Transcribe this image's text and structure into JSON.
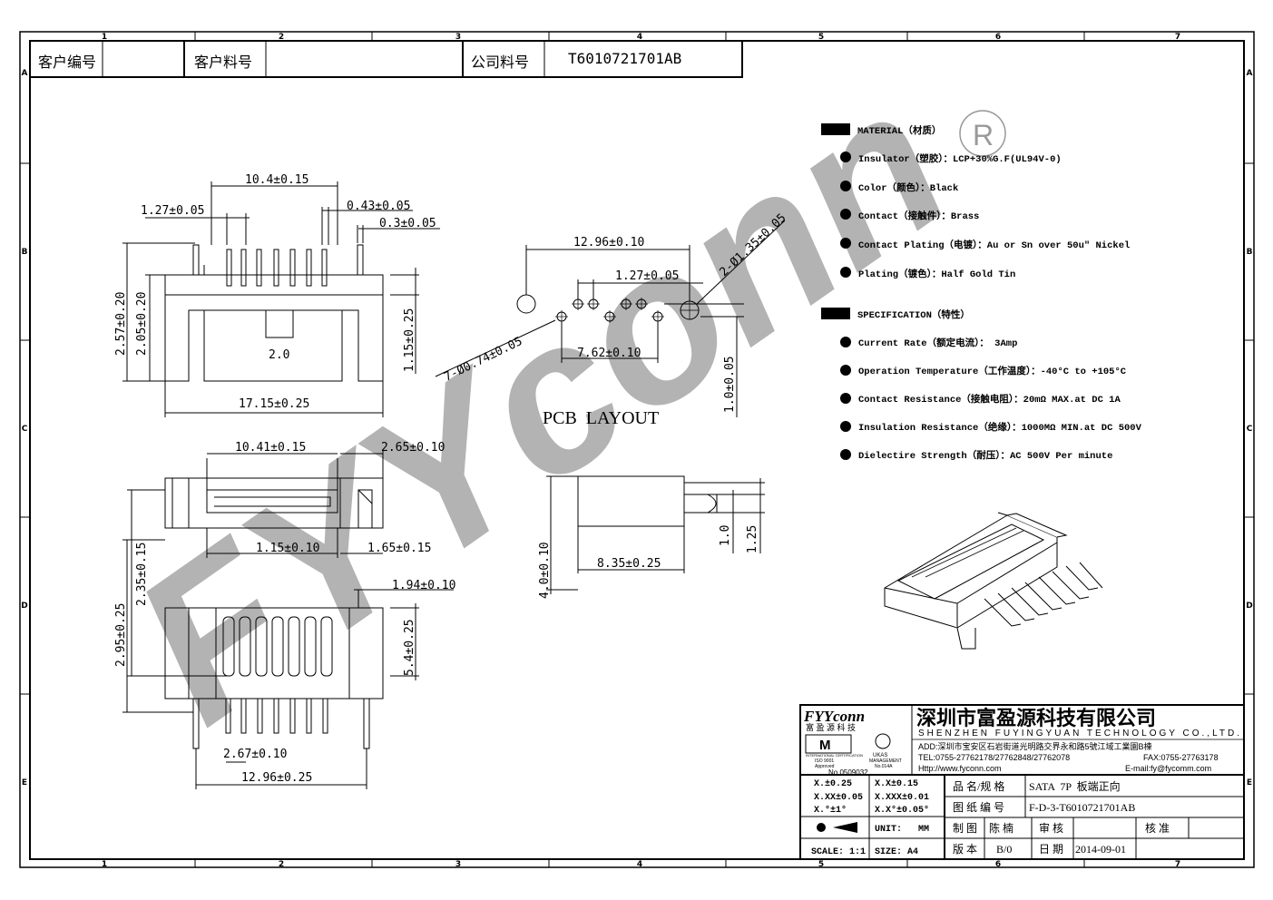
{
  "header": {
    "customer_no_label": "客户编号",
    "customer_part_label": "客户料号",
    "company_part_label": "公司料号",
    "company_part_value": "T6010721701AB"
  },
  "frame": {
    "columns": [
      "1",
      "2",
      "3",
      "4",
      "5",
      "6",
      "7"
    ],
    "rows": [
      "A",
      "B",
      "C",
      "D",
      "E"
    ]
  },
  "watermark": {
    "text": "FYYconn",
    "registered": "R"
  },
  "pcb_title": "PCB  LAYOUT",
  "dims": {
    "d1": "10.4±0.15",
    "d2": "1.27±0.05",
    "d3": "0.43±0.05",
    "d4": "0.3±0.05",
    "d5": "2.57±0.20",
    "d6": "2.05±0.20",
    "d7": "1.15±0.25",
    "d8": "2.0",
    "d9": "17.15±0.25",
    "p1": "12.96±0.10",
    "p2": "2-Ø1.35±0.05",
    "p3": "1.27±0.05",
    "p4": "7-Ø0.74±0.05",
    "p5": "7.62±0.10",
    "p6": "1.0±0.05",
    "t1": "10.41±0.15",
    "t2": "2.65±0.10",
    "t3": "1.15±0.10",
    "t4": "1.65±0.15",
    "f1": "2.35±0.15",
    "f2": "1.94±0.10",
    "f3": "2.95±0.25",
    "f4": "5.4±0.25",
    "f5": "2.67±0.10",
    "f6": "12.96±0.25",
    "s1": "4.0±0.10",
    "s2": "8.35±0.25",
    "s3": "1.0",
    "s4": "1.25"
  },
  "material": {
    "heading": "MATERIAL（材质）",
    "items": [
      "Insulator（塑胶）：LCP+30%G.F(UL94V-0)",
      "Color（颜色）：Black",
      "Contact（接触件）：Brass",
      "Contact Plating（电镀）：Au or Sn  over 50u″ Nickel",
      "Plating（镀色）：Half Gold Tin"
    ]
  },
  "specification": {
    "heading": "SPECIFICATION（特性）",
    "items": [
      "Current Rate（额定电流）： 3Amp",
      "Operation Temperature（工作温度）：-40°C to +105°C",
      "Contact Resistance（接触电阻）：20mΩ MAX.at DC 1A",
      "Insulation Resistance（绝缘）：1000MΩ MIN.at DC 500V",
      "Dielectire Strength（耐压）：AC 500V Per minute"
    ]
  },
  "title_block": {
    "brand": "FYYconn",
    "brand_cn": "富 盈 源 科 技",
    "company_cn": "深圳市富盈源科技有限公司",
    "company_en": "SHENZHEN FUYINGYUAN TECHNOLOGY CO.,LTD.",
    "address": "ADD:深圳市宝安区石岩街道光明路交界永和路5號江域工業園B棟",
    "tel": "TEL:0755-27762178/27762848/27762078",
    "fax": "FAX:0755-27763178",
    "http": "Http://www.fyconn.com",
    "email": "E-mail:fy@fycomm.com",
    "cert_left": "INTERNATIONAL CERTIFICATION",
    "cert_left2": "ISO 9001",
    "cert_left3": "Approved",
    "cert_right": "UKAS",
    "cert_right2": "MANAGEMENT",
    "cert_right3": "No.014A",
    "cert_no": "No.0509032",
    "tol1": "X.±0.25",
    "tol2": "X.X±0.15",
    "tol3": "X.XX±0.05",
    "tol4": "X.XXX±0.01",
    "tol5": "X.°±1°",
    "tol6": "X.X°±0.05°",
    "unit_label": "UNIT:",
    "unit_value": "MM",
    "scale_label": "SCALE: 1:1",
    "size_label": "SIZE: A4",
    "name_label": "品 名/规 格",
    "name_value": "SATA  7P  板端正向",
    "drawing_label": "图 纸 编 号",
    "drawing_value": "F-D-3-T6010721701AB",
    "made_label": "制 图",
    "made_value": "陈 楠",
    "check_label": "审 核",
    "approve_label": "核 准",
    "version_label": "版 本",
    "version_value": "B/0",
    "date_label": "日 期",
    "date_value": "2014-09-01"
  }
}
